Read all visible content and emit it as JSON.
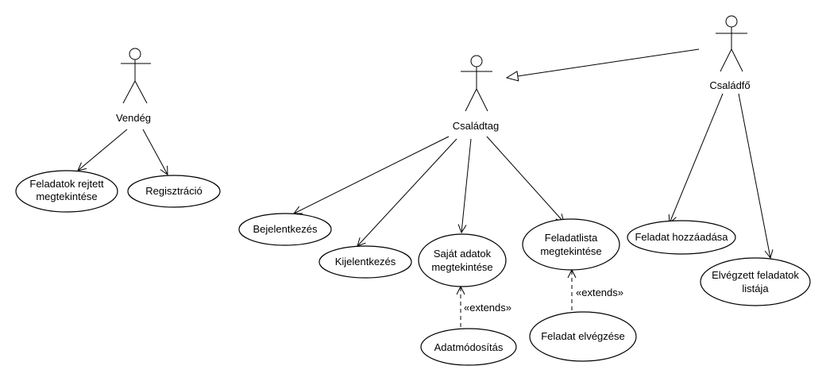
{
  "actors": {
    "vendeg": "Vendég",
    "csaladtag": "Családtag",
    "csaladfo": "Családfő"
  },
  "usecases": {
    "feladatok_rejtett_1": "Feladatok rejtett",
    "feladatok_rejtett_2": "megtekintése",
    "regisztracio": "Regisztráció",
    "bejelentkezes": "Bejelentkezés",
    "kijelentkezes": "Kijelentkezés",
    "sajat_adatok_1": "Saját adatok",
    "sajat_adatok_2": "megtekintése",
    "feladatlista_1": "Feladatlista",
    "feladatlista_2": "megtekintése",
    "adatmodositas": "Adatmódosítás",
    "feladat_elvegzese": "Feladat elvégzése",
    "feladat_hozzaadasa": "Feladat hozzáadása",
    "elvegzett_1": "Elvégzett feladatok",
    "elvegzett_2": "listája"
  },
  "relations": {
    "extends_1": "«extends»",
    "extends_2": "«extends»"
  }
}
